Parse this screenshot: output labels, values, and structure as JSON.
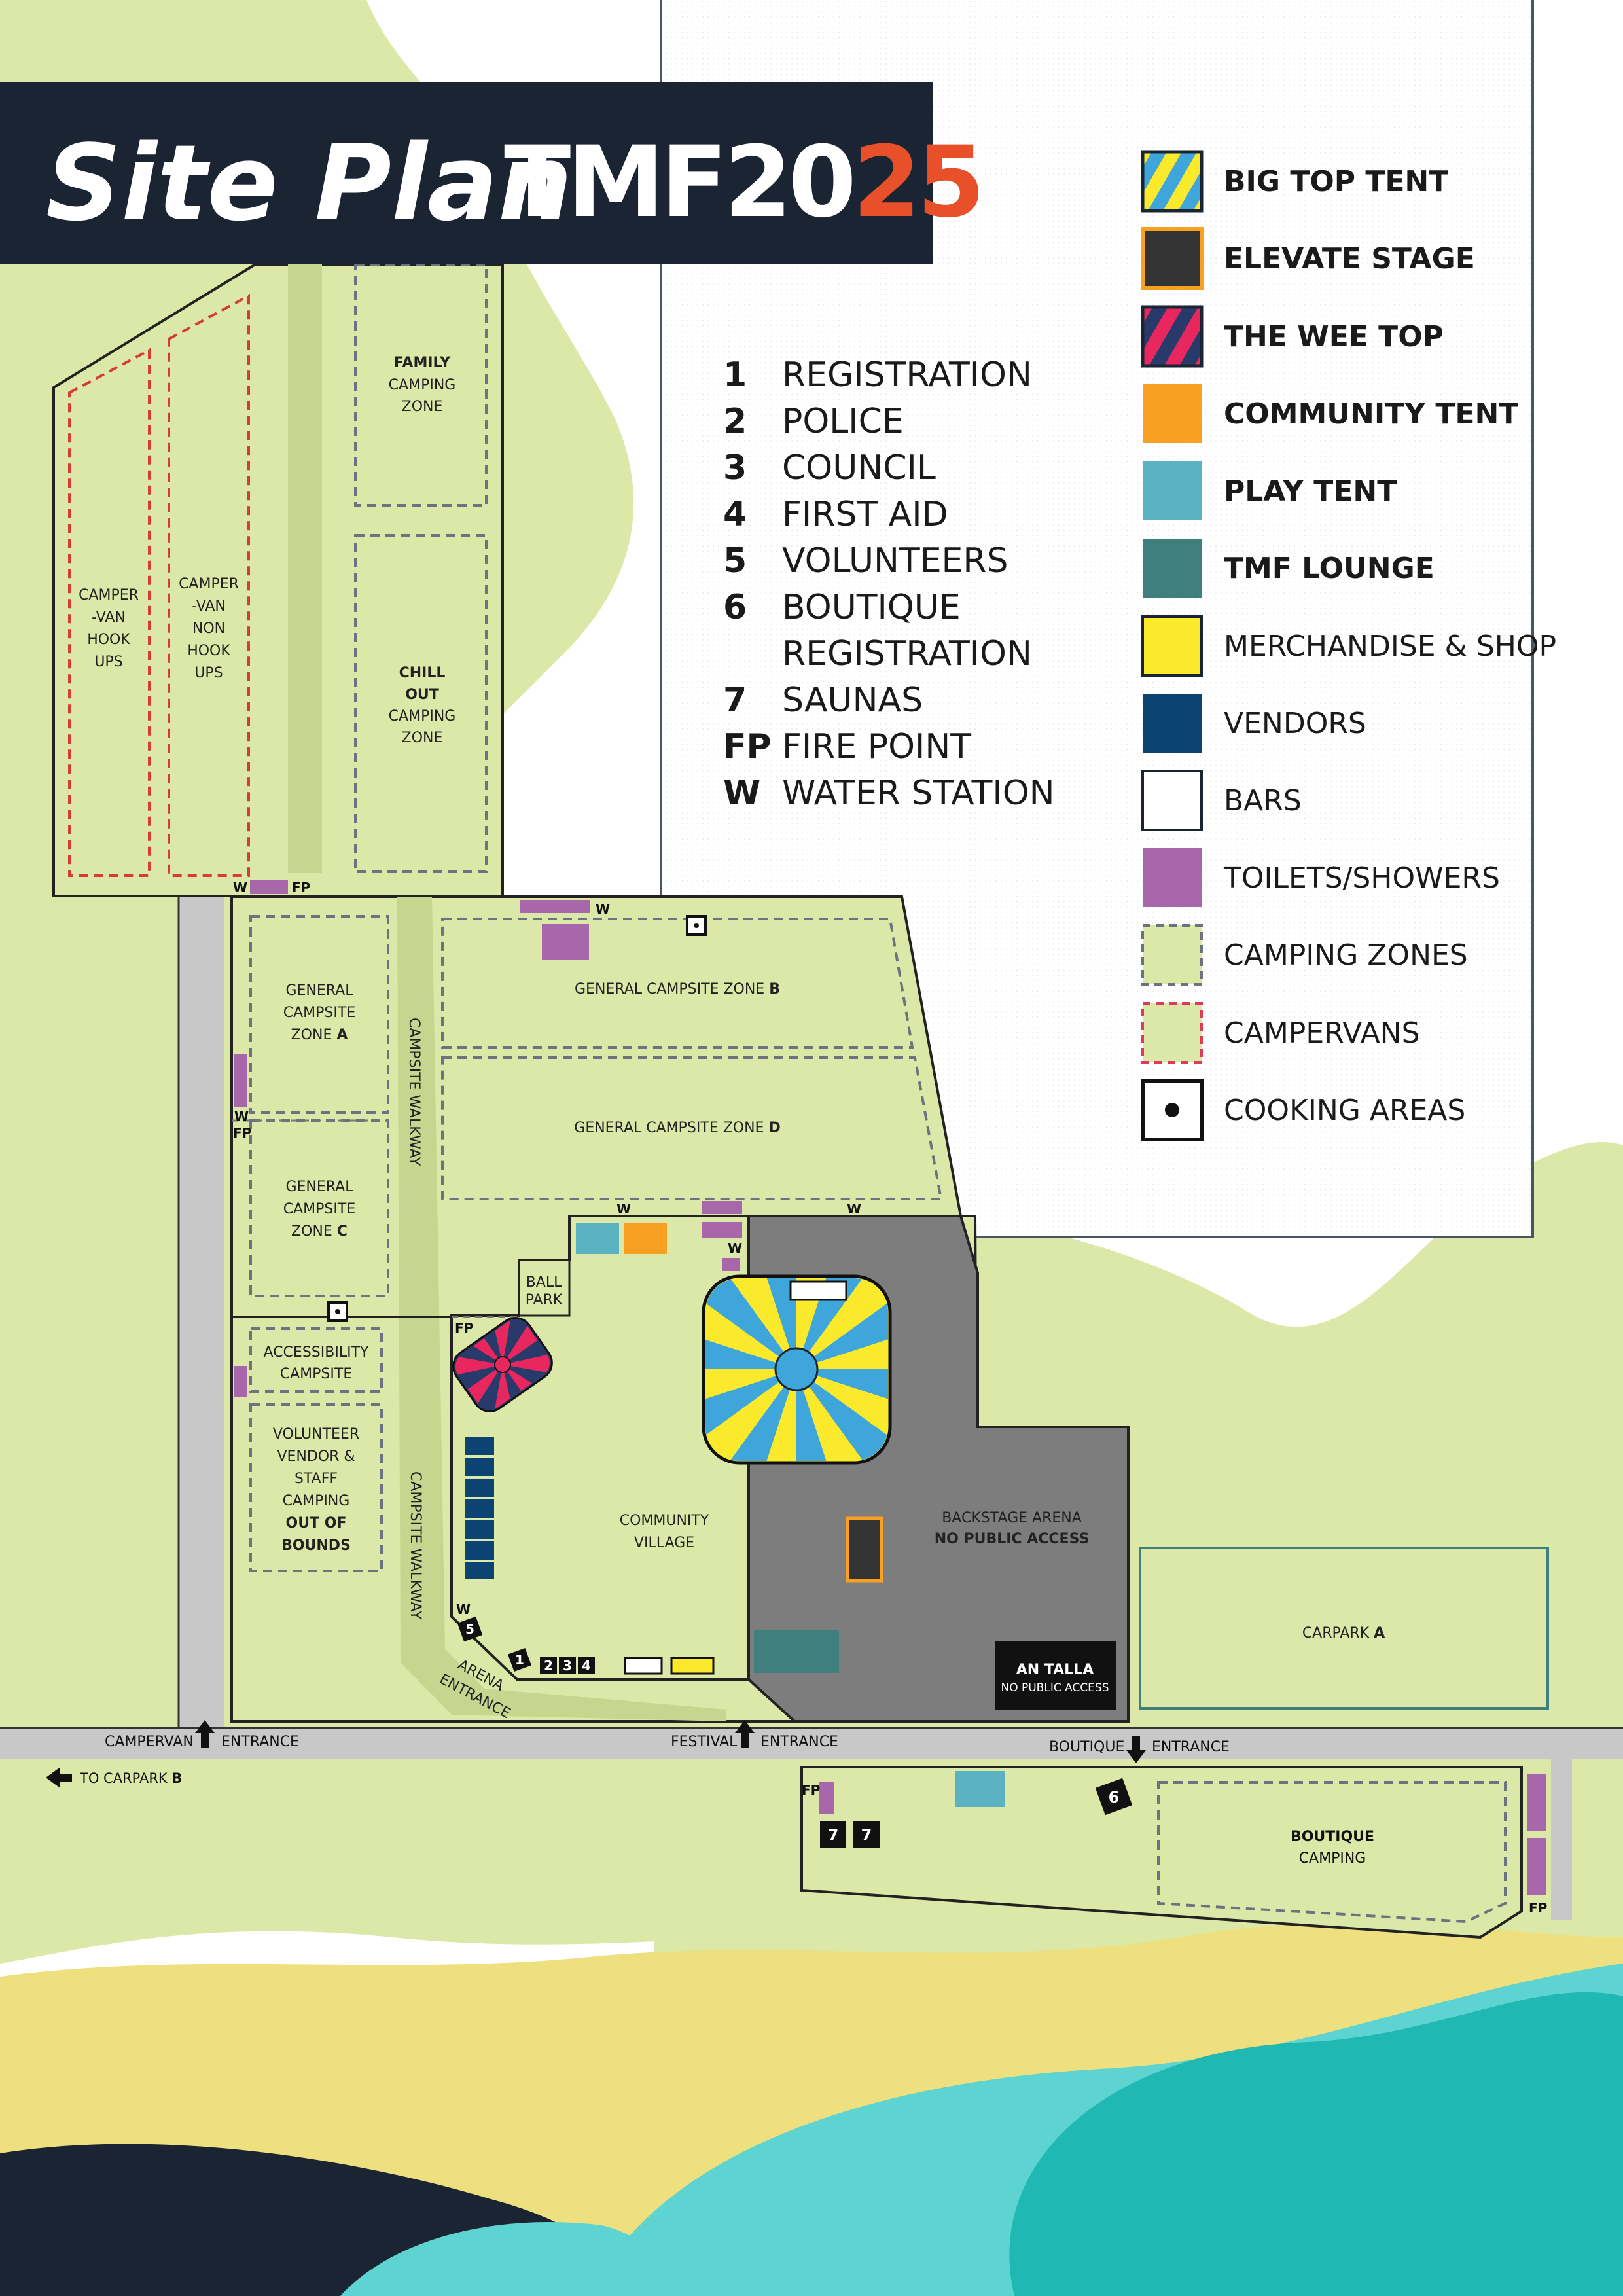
{
  "title": {
    "script_text": "Site Plan",
    "tmf": "TMF20",
    "year_suffix": "25"
  },
  "numbered_legend": [
    {
      "key": "1",
      "label": "REGISTRATION"
    },
    {
      "key": "2",
      "label": "POLICE"
    },
    {
      "key": "3",
      "label": "COUNCIL"
    },
    {
      "key": "4",
      "label": "FIRST AID"
    },
    {
      "key": "5",
      "label": "VOLUNTEERS"
    },
    {
      "key": "6",
      "label": "BOUTIQUE",
      "label2": "REGISTRATION"
    },
    {
      "key": "7",
      "label": "SAUNAS"
    },
    {
      "key": "FP",
      "label": "FIRE POINT"
    },
    {
      "key": "W",
      "label": "WATER STATION"
    }
  ],
  "color_legend": [
    {
      "label": "BIG TOP TENT",
      "bold": true,
      "swatch": "stripes-blue-yellow"
    },
    {
      "label": "ELEVATE STAGE",
      "bold": true,
      "swatch": "dark-orange-border"
    },
    {
      "label": "THE WEE TOP",
      "bold": true,
      "swatch": "stripes-pink-navy"
    },
    {
      "label": "COMMUNITY TENT",
      "bold": true,
      "swatch": "#f7a021"
    },
    {
      "label": "PLAY TENT",
      "bold": true,
      "swatch": "#5bb3c1"
    },
    {
      "label": "TMF LOUNGE",
      "bold": true,
      "swatch": "#3f7f7c"
    },
    {
      "label": "MERCHANDISE & SHOP",
      "bold": false,
      "swatch": "#fbe92b"
    },
    {
      "label": "VENDORS",
      "bold": false,
      "swatch": "#0b4472"
    },
    {
      "label": "BARS",
      "bold": false,
      "swatch": "#ffffff"
    },
    {
      "label": "TOILETS/SHOWERS",
      "bold": false,
      "swatch": "#a867ab"
    },
    {
      "label": "CAMPING ZONES",
      "bold": false,
      "swatch": "dashed-grey"
    },
    {
      "label": "CAMPERVANS",
      "bold": false,
      "swatch": "dashed-red"
    },
    {
      "label": "COOKING AREAS",
      "bold": false,
      "swatch": "cooking-icon"
    }
  ],
  "map": {
    "family_zone": {
      "line1": "FAMILY",
      "line2": "CAMPING",
      "line3": "ZONE"
    },
    "chill_zone": {
      "line1": "CHILL",
      "line2": "OUT",
      "line3": "CAMPING",
      "line4": "ZONE"
    },
    "campervan_hook": {
      "line1": "CAMPER",
      "line2": "-VAN",
      "line3": "HOOK",
      "line4": "UPS"
    },
    "campervan_nonhook": {
      "line1": "CAMPER",
      "line2": "-VAN",
      "line3": "NON",
      "line4": "HOOK",
      "line5": "UPS"
    },
    "zone_a": {
      "line1": "GENERAL",
      "line2": "CAMPSITE",
      "line3": "ZONE",
      "letter": "A"
    },
    "zone_c": {
      "line1": "GENERAL",
      "line2": "CAMPSITE",
      "line3": "ZONE",
      "letter": "C"
    },
    "zone_b": {
      "text": "GENERAL CAMPSITE ZONE",
      "letter": "B"
    },
    "zone_d": {
      "text": "GENERAL CAMPSITE ZONE",
      "letter": "D"
    },
    "accessibility": {
      "line1": "ACCESSIBILITY",
      "line2": "CAMPSITE"
    },
    "volunteer": {
      "line1": "VOLUNTEER",
      "line2": "VENDOR &",
      "line3": "STAFF",
      "line4": "CAMPING",
      "line5": "OUT OF",
      "line6": "BOUNDS"
    },
    "walkway": "CAMPSITE WALKWAY",
    "ball_park": {
      "line1": "BALL",
      "line2": "PARK"
    },
    "community_village": {
      "line1": "COMMUNITY",
      "line2": "VILLAGE"
    },
    "backstage": {
      "line1": "BACKSTAGE ARENA",
      "line2": "NO PUBLIC ACCESS"
    },
    "an_talla": {
      "line1": "AN TALLA",
      "line2": "NO PUBLIC ACCESS"
    },
    "carpark_a": {
      "text": "CARPARK",
      "letter": "A"
    },
    "arena_entrance": {
      "line1": "ARENA",
      "line2": "ENTRANCE"
    },
    "campervan_entrance": {
      "left": "CAMPERVAN",
      "right": "ENTRANCE"
    },
    "festival_entrance": {
      "left": "FESTIVAL",
      "right": "ENTRANCE"
    },
    "boutique_entrance": {
      "left": "BOUTIQUE",
      "right": "ENTRANCE"
    },
    "to_carpark": {
      "text": "TO CARPARK",
      "letter": "B"
    },
    "boutique_camping": {
      "line1": "BOUTIQUE",
      "line2": "CAMPING"
    },
    "marker_w": "W",
    "marker_fp": "FP",
    "badges": {
      "one": "1",
      "two": "2",
      "three": "3",
      "four": "4",
      "five": "5",
      "six": "6",
      "seven": "7"
    }
  },
  "colors": {
    "navy": "#1b2433",
    "orange_accent": "#e8502a",
    "field": "#dbe8a8",
    "grass_path": "#c6d68e",
    "road": "#c8c8c8",
    "backstage": "#7d7d7d",
    "sand": "#eee07f",
    "sea_light": "#5ed4d2",
    "sea_dark": "#1fb8b2"
  }
}
